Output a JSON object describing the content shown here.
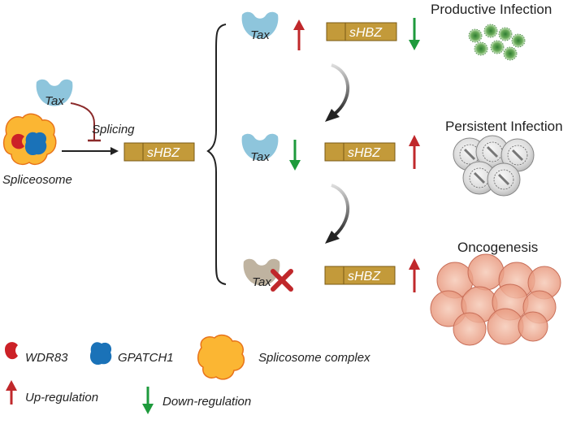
{
  "left": {
    "tax_label": "Tax",
    "splicing_label": "Splicing",
    "spliceosome_label": "Spliceosome",
    "shbz_label": "sHBZ"
  },
  "stages": [
    {
      "tax_label": "Tax",
      "tax_trend": "up",
      "shbz_label": "sHBZ",
      "shbz_trend": "down",
      "outcome": "Productive Infection"
    },
    {
      "tax_label": "Tax",
      "tax_trend": "down",
      "shbz_label": "sHBZ",
      "shbz_trend": "up",
      "outcome": "Persistent Infection"
    },
    {
      "tax_label": "Tax",
      "tax_trend": "absent",
      "shbz_label": "sHBZ",
      "shbz_trend": "up",
      "outcome": "Oncogenesis"
    }
  ],
  "legend": {
    "wdr83": "WDR83",
    "gpatch1": "GPATCH1",
    "complex": "Splicosome complex",
    "up": "Up-regulation",
    "down": "Down-regulation"
  },
  "colors": {
    "tax": "#8ec5dc",
    "tax_absent": "#bfb3a0",
    "gene_box": "#c39a3a",
    "up_arrow": "#c0282b",
    "down_arrow": "#1e9a3c",
    "wdr83": "#cc2127",
    "gpatch1": "#1a72b8",
    "spliceosome": "#fbb633",
    "inhibit": "#8b2a2a"
  }
}
